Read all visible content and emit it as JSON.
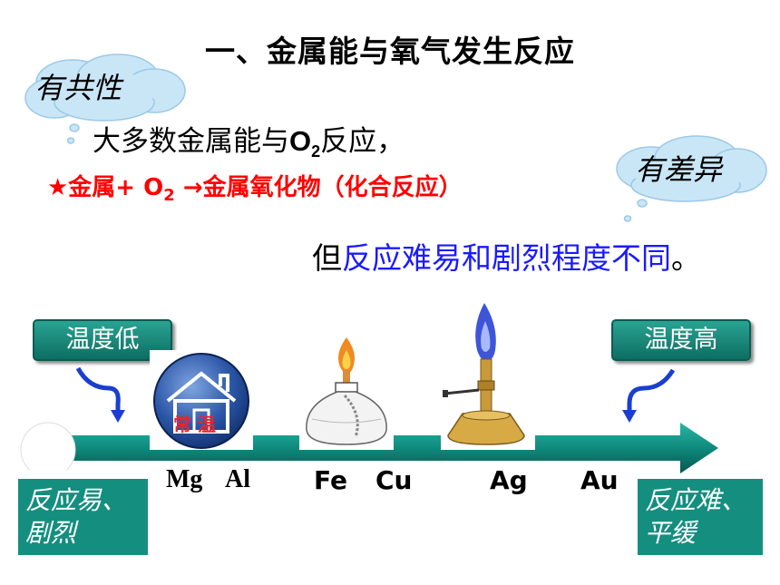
{
  "title": "一、金属能与氧气发生反应",
  "callouts": {
    "common": "有共性",
    "difference": "有差异"
  },
  "statement": {
    "prefix": "大多数金属能与",
    "o2_letter": "O",
    "o2_sub": "2",
    "suffix": "反应，"
  },
  "equation": {
    "prefix": "★金属+ ",
    "o2_letter": "O",
    "o2_sub": "2",
    "suffix": " →金属氧化物（化合反应）"
  },
  "contrast": {
    "black_part": "但",
    "blue_part": "反应难易和剧烈程度不同",
    "end_mark": "。"
  },
  "temperature": {
    "low": "温度低",
    "high": "温度高"
  },
  "room_temp_label": "常 温",
  "metals": [
    "Mg",
    "Al",
    "Fe",
    "Cu",
    "Ag",
    "Au"
  ],
  "reactivity": {
    "easy": "反应易、剧烈",
    "hard": "反应难、平缓"
  },
  "colors": {
    "accent_teal": "#148f7f",
    "red_text": "#ff0000",
    "blue_text": "#1a1aff",
    "cloud_fill": "#c9e6f7"
  }
}
